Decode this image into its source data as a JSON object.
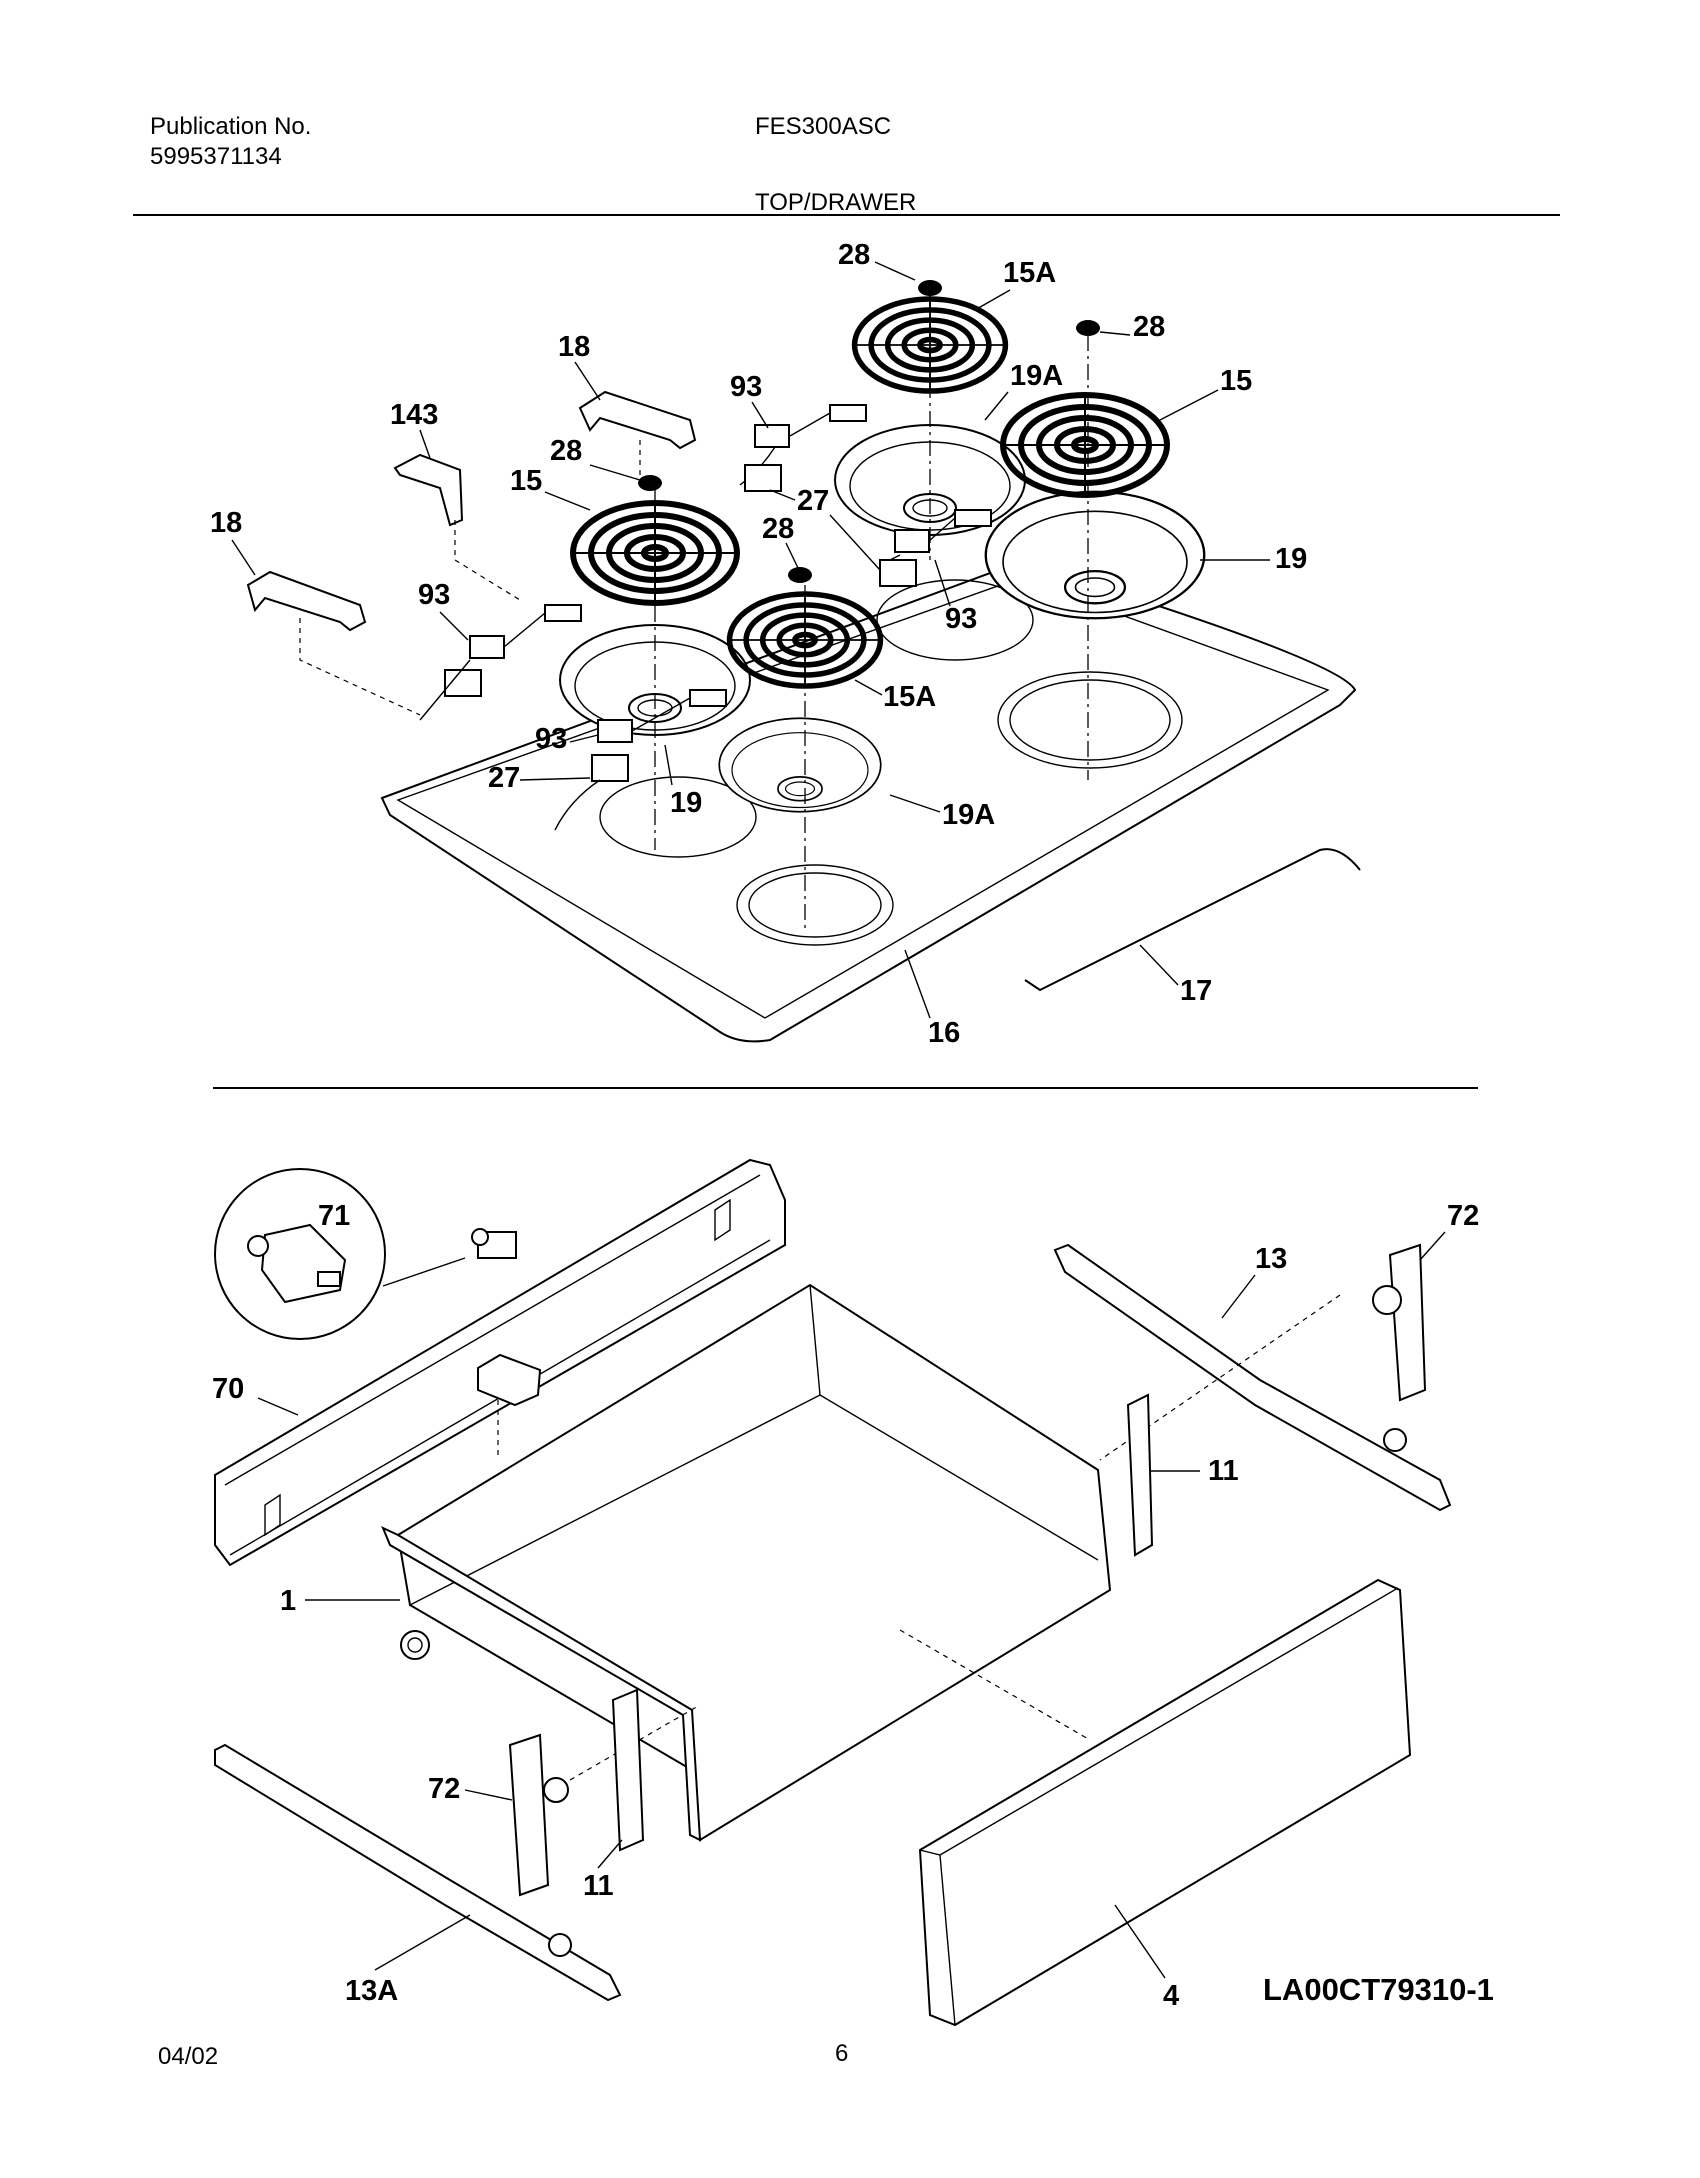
{
  "header": {
    "publication_label": "Publication No.",
    "publication_number": "5995371134",
    "model": "FES300ASC",
    "section_title": "TOP/DRAWER"
  },
  "footer": {
    "date": "04/02",
    "page_number": "6"
  },
  "diagram": {
    "reference_code": "LA00CT79310-1",
    "top_callouts": {
      "c28a": "28",
      "c15a_top": "15A",
      "c28b": "28",
      "c15_right": "15",
      "c18_top": "18",
      "c93_top": "93",
      "c19a_top": "19A",
      "c143": "143",
      "c28c": "28",
      "c15_left": "15",
      "c27_mid": "27",
      "c28d": "28",
      "c18_left": "18",
      "c19_right": "19",
      "c93_left": "93",
      "c93_mid": "93",
      "c15a_mid": "15A",
      "c93_low": "93",
      "c27_low": "27",
      "c19_low": "19",
      "c19a_low": "19A",
      "c17": "17",
      "c16": "16"
    },
    "drawer_callouts": {
      "c71": "71",
      "c72_right": "72",
      "c13": "13",
      "c70": "70",
      "c11_right": "11",
      "c1": "1",
      "c72_left": "72",
      "c11_left": "11",
      "c13a": "13A",
      "c4": "4"
    }
  }
}
